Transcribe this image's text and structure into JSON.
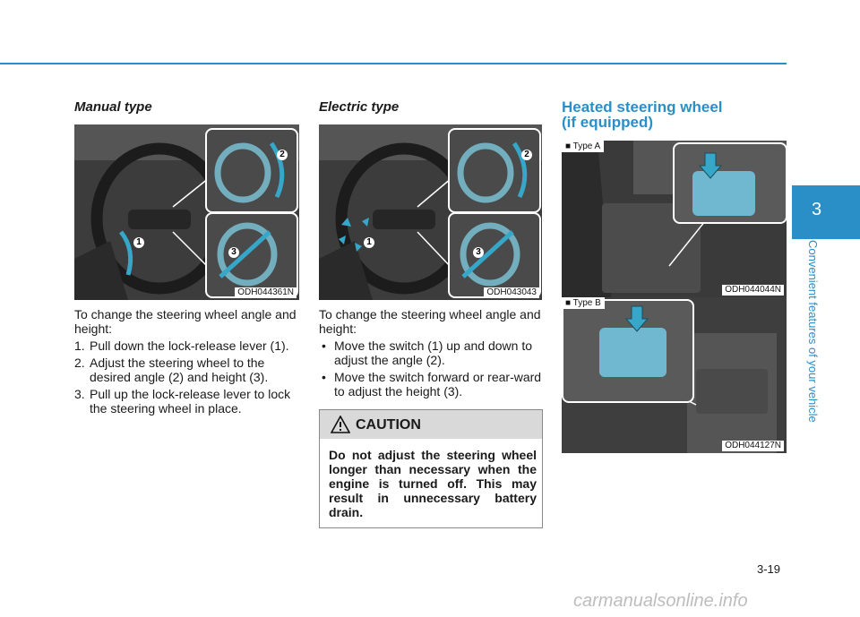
{
  "manual": {
    "title": "Manual type",
    "image_code": "ODH044361N",
    "intro": "To change the steering wheel angle and height:",
    "steps": [
      {
        "n": "1.",
        "text": "Pull down the lock-release lever (1)."
      },
      {
        "n": "2.",
        "text": "Adjust the steering wheel to the desired angle (2) and height (3)."
      },
      {
        "n": "3.",
        "text": "Pull up the lock-release lever to lock the steering wheel in place."
      }
    ],
    "callouts": [
      "1",
      "2",
      "3"
    ]
  },
  "electric": {
    "title": "Electric type",
    "image_code": "ODH043043",
    "intro": "To change the steering wheel angle and height:",
    "bullets": [
      {
        "b": "•",
        "text": "Move the switch (1) up and down to adjust the angle (2)."
      },
      {
        "b": "•",
        "text": "Move the switch forward or rear-ward to adjust the height (3)."
      }
    ],
    "callouts": [
      "1",
      "2",
      "3"
    ]
  },
  "caution": {
    "label": "CAUTION",
    "text": "Do not adjust the steering wheel longer than necessary when the engine is turned off. This may result in unnecessary battery drain."
  },
  "heated": {
    "title_line1": "Heated steering wheel",
    "title_line2": "(if equipped)",
    "type_a": "■ Type A",
    "type_b": "■ Type B",
    "image_code_a": "ODH044044N",
    "image_code_b": "ODH044127N"
  },
  "side": {
    "chapter": "3",
    "text": "Convenient features of your vehicle"
  },
  "page_number": "3-19",
  "watermark": "carmanualsonline.info",
  "colors": {
    "accent": "#2a8fc7"
  }
}
